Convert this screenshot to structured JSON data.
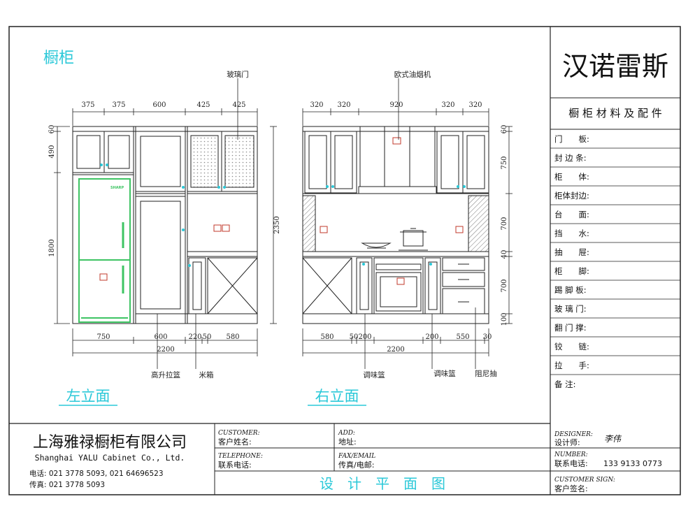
{
  "drawing": {
    "section_title": "橱柜",
    "left_view": {
      "label": "左立面",
      "top_dims": [
        "375",
        "375",
        "600",
        "425",
        "425"
      ],
      "bottom_dims": [
        "750",
        "600",
        "220",
        "50",
        "580"
      ],
      "bottom_total": "2200",
      "left_dims": [
        "60",
        "490",
        "1800"
      ],
      "right_total": "2350",
      "callouts": {
        "glass_door": "玻璃门",
        "tall_pullout": "高升拉篮",
        "rice_box": "米箱"
      },
      "fridge_brand": "SHARP"
    },
    "right_view": {
      "label": "右立面",
      "top_dims": [
        "320",
        "320",
        "920",
        "320",
        "320"
      ],
      "bottom_dims": [
        "580",
        "50",
        "200",
        "200",
        "550",
        "30"
      ],
      "bottom_total": "2200",
      "right_dims": [
        "60",
        "750",
        "700",
        "40",
        "700",
        "100"
      ],
      "callouts": {
        "hood": "欧式油烟机",
        "spice_basket_1": "调味篮",
        "spice_basket_2": "调味篮",
        "damper_drawer": "阻尼抽"
      }
    }
  },
  "side_panel": {
    "brand": "汉诺雷斯",
    "subtitle": "橱 柜 材 料 及 配 件",
    "fields": [
      "门　　板:",
      "封 边 条:",
      "柜　　体:",
      "柜体封边:",
      "台　　面:",
      "挡　　水:",
      "抽　　屉:",
      "柜　　脚:",
      "踢 脚 板:",
      "玻 璃 门:",
      "翻 门 撑:",
      "铰　　链:",
      "拉　　手:",
      "备 注:"
    ]
  },
  "title_block": {
    "company_cn": "上海雅禄橱柜有限公司",
    "company_en": "Shanghai YALU Cabinet Co., Ltd.",
    "tel_line": "电话: 021 3778 5093, 021 64696523",
    "fax_line": "传真: 021 3778 5093",
    "customer_en": "CUSTOMER:",
    "customer_cn": "客户姓名:",
    "telephone_en": "TELEPHONE:",
    "telephone_cn": "联系电话:",
    "add_en": "ADD:",
    "add_cn": "地址:",
    "fax_en": "FAX/EMAIL",
    "fax_cn": "传真/电邮:",
    "plan_title": "设　计　平　面　图",
    "designer_en": "DESIGNER:",
    "designer_cn": "设计师:",
    "designer_name": "李伟",
    "number_en": "NUMBER:",
    "number_cn": "联系电话:",
    "number_value": "133 9133 0773",
    "sign_en": "CUSTOMER SIGN:",
    "sign_cn": "客户签名:"
  },
  "colors": {
    "line": "#222222",
    "cyan": "#2ac8d8",
    "fridge": "#3ec463",
    "red": "#c0392b",
    "hatch": "#888888"
  }
}
